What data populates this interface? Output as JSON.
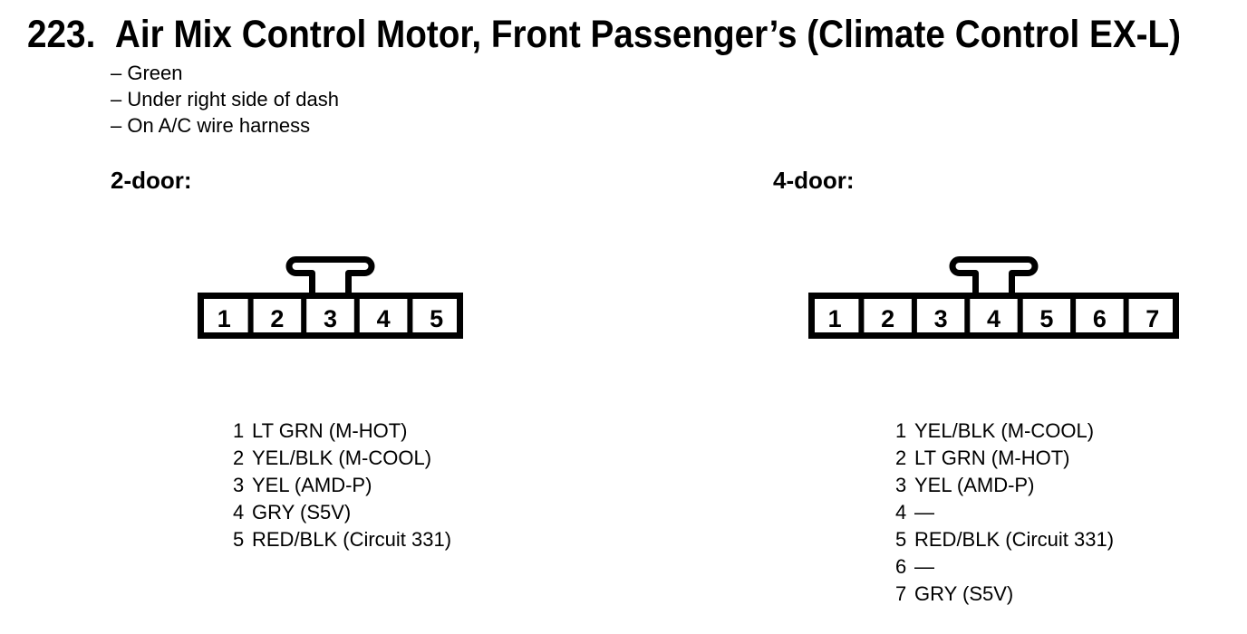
{
  "header": {
    "number": "223.",
    "title": "Air Mix Control Motor, Front Passenger’s (Climate Control EX-L)"
  },
  "notes": [
    "– Green",
    "– Under right side of dash",
    "– On A/C wire harness"
  ],
  "colors": {
    "ink": "#000000",
    "background": "#ffffff"
  },
  "sections": {
    "two_door": {
      "heading": "2-door:",
      "connector": {
        "cavity_count": 5,
        "latch_position": "above pin 3"
      },
      "pins": [
        "1",
        "2",
        "3",
        "4",
        "5"
      ],
      "pin_list": [
        {
          "num": "1",
          "label": "LT GRN (M-HOT)"
        },
        {
          "num": "2",
          "label": "YEL/BLK (M-COOL)"
        },
        {
          "num": "3",
          "label": "YEL (AMD-P)"
        },
        {
          "num": "4",
          "label": "GRY (S5V)"
        },
        {
          "num": "5",
          "label": "RED/BLK (Circuit 331)"
        }
      ]
    },
    "four_door": {
      "heading": "4-door:",
      "connector": {
        "cavity_count": 7,
        "latch_position": "above pin 4"
      },
      "pins": [
        "1",
        "2",
        "3",
        "4",
        "5",
        "6",
        "7"
      ],
      "pin_list": [
        {
          "num": "1",
          "label": "YEL/BLK (M-COOL)"
        },
        {
          "num": "2",
          "label": "LT GRN (M-HOT)"
        },
        {
          "num": "3",
          "label": "YEL (AMD-P)"
        },
        {
          "num": "4",
          "label": "—"
        },
        {
          "num": "5",
          "label": "RED/BLK (Circuit 331)"
        },
        {
          "num": "6",
          "label": "—"
        },
        {
          "num": "7",
          "label": "GRY (S5V)"
        }
      ]
    }
  }
}
